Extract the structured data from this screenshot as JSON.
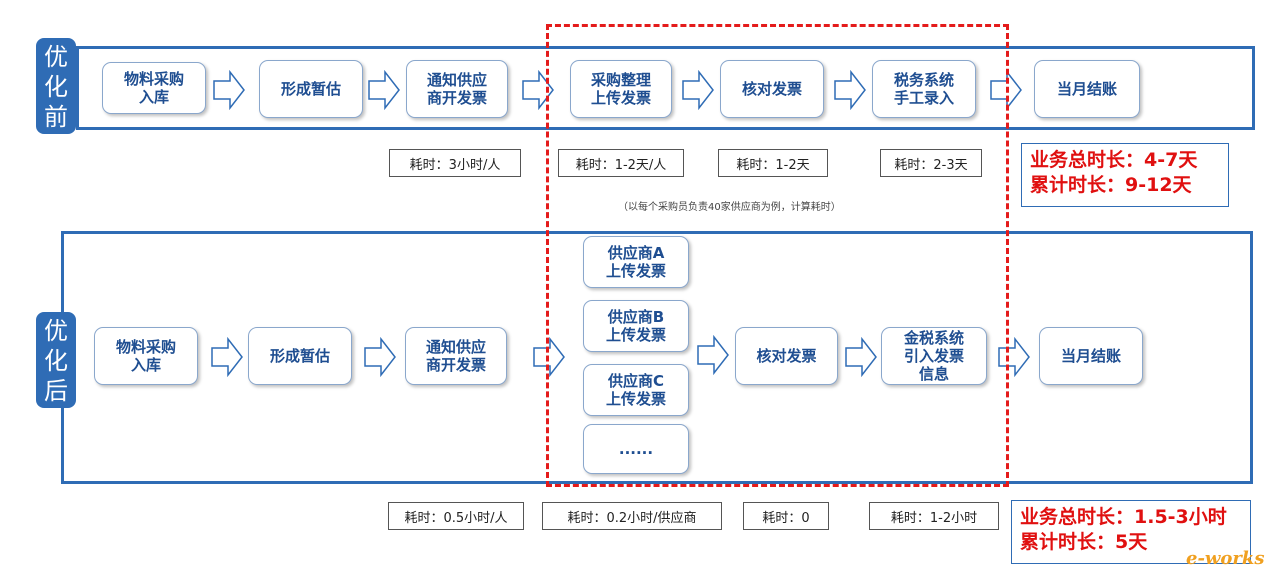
{
  "before": {
    "tag": [
      "优",
      "化",
      "前"
    ],
    "steps": [
      "物料采购\n入库",
      "形成暂估",
      "通知供应\n商开发票",
      "采购整理\n上传发票",
      "核对发票",
      "税务系统\n手工录入",
      "当月结账"
    ],
    "times": [
      "耗时：3小时/人",
      "耗时：1-2天/人",
      "耗时：1-2天",
      "耗时：2-3天"
    ],
    "summary": [
      "业务总时长：4-7天",
      "累计时长：9-12天"
    ]
  },
  "note": "（以每个采购员负责40家供应商为例，计算耗时）",
  "after": {
    "tag": [
      "优",
      "化",
      "后"
    ],
    "steps": [
      "物料采购\n入库",
      "形成暂估",
      "通知供应\n商开发票",
      "供应商A\n上传发票",
      "供应商B\n上传发票",
      "供应商C\n上传发票",
      "......",
      "核对发票",
      "金税系统\n引入发票\n信息",
      "当月结账"
    ],
    "times": [
      "耗时：0.5小时/人",
      "耗时：0.2小时/供应商",
      "耗时：0",
      "耗时：1-2小时"
    ],
    "summary": [
      "业务总时长：1.5-3小时",
      "累计时长：5天"
    ]
  },
  "logo": "e-works",
  "colors": {
    "frame": "#2f6cb5",
    "step_text": "#1f4e91",
    "highlight": "#e41b1b"
  }
}
